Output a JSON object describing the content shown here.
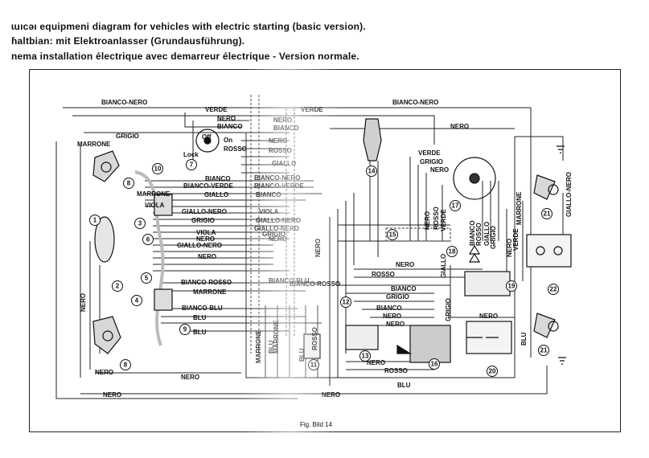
{
  "header": {
    "line_en": "ɩuıcəı equipmeni diagram for vehicles with electric starting (basic version).",
    "line_de": "ɦaltbian: mit Elektroanlasser (Grundausführung).",
    "line_fr": "nema installation électrique avec demarreur électrique - Version normale."
  },
  "caption": "Fig. Bild 14",
  "switch_labels": {
    "off": "Off",
    "on": "On",
    "lock": "Lock"
  },
  "wire_labels": [
    {
      "id": "w1",
      "text": "BIANCO-NERO"
    },
    {
      "id": "w2",
      "text": "BIANCO-NERO"
    },
    {
      "id": "w3",
      "text": "VERDE"
    },
    {
      "id": "w4",
      "text": "VERDE"
    },
    {
      "id": "w5",
      "text": "NERO"
    },
    {
      "id": "w6",
      "text": "NERO"
    },
    {
      "id": "w7",
      "text": "NERO"
    },
    {
      "id": "w8",
      "text": "BIANCO"
    },
    {
      "id": "w9",
      "text": "BIANCO"
    },
    {
      "id": "w10",
      "text": "ROSSO"
    },
    {
      "id": "w11",
      "text": "ROSSO"
    },
    {
      "id": "w12",
      "text": "GRIGIO"
    },
    {
      "id": "w13",
      "text": "MARRONE"
    },
    {
      "id": "w14",
      "text": "NERO"
    },
    {
      "id": "w15",
      "text": "VERDE"
    },
    {
      "id": "w16",
      "text": "GRIGIO"
    },
    {
      "id": "w17",
      "text": "NERO"
    },
    {
      "id": "w18",
      "text": "GIALLO"
    },
    {
      "id": "w19",
      "text": "BIANCO"
    },
    {
      "id": "w20",
      "text": "BIANCO-NERO"
    },
    {
      "id": "w21",
      "text": "BIANCO-VERDE"
    },
    {
      "id": "w22",
      "text": "BIANCO-VERDE"
    },
    {
      "id": "w23",
      "text": "MARRONE"
    },
    {
      "id": "w24",
      "text": "GIALLO"
    },
    {
      "id": "w25",
      "text": "BIANCO"
    },
    {
      "id": "w26",
      "text": "VIOLA"
    },
    {
      "id": "w27",
      "text": "GIALLO-NERO"
    },
    {
      "id": "w28",
      "text": "VIOLA"
    },
    {
      "id": "w29",
      "text": "GRIGIO"
    },
    {
      "id": "w30",
      "text": "GIALLO-NERO"
    },
    {
      "id": "w31",
      "text": "GIALLO-NERO"
    },
    {
      "id": "w32",
      "text": "GRIGIO"
    },
    {
      "id": "w33",
      "text": "NERO"
    },
    {
      "id": "w34",
      "text": "VIOLA"
    },
    {
      "id": "w35",
      "text": "NERO"
    },
    {
      "id": "w36",
      "text": "GIALLO-NERO"
    },
    {
      "id": "w37",
      "text": "NERO"
    },
    {
      "id": "w38",
      "text": "BIANCO-ROSSO"
    },
    {
      "id": "w39",
      "text": "MARRONE"
    },
    {
      "id": "w40",
      "text": "BIANCO-BLU"
    },
    {
      "id": "w41",
      "text": "BLU"
    },
    {
      "id": "w42",
      "text": "BLU"
    },
    {
      "id": "w43",
      "text": "BIANCO-BLU"
    },
    {
      "id": "w44",
      "text": "BIANCO-ROSSO"
    },
    {
      "id": "w45",
      "text": "NERO"
    },
    {
      "id": "w46",
      "text": "NERO"
    },
    {
      "id": "w47",
      "text": "NERO"
    },
    {
      "id": "w48",
      "text": "BLU"
    },
    {
      "id": "w49",
      "text": "NERO"
    },
    {
      "id": "w50",
      "text": "VERDE"
    },
    {
      "id": "w51",
      "text": "GRIGIO"
    },
    {
      "id": "w52",
      "text": "NERO"
    },
    {
      "id": "w53",
      "text": "ROSSO"
    },
    {
      "id": "w54",
      "text": "GIALLO"
    },
    {
      "id": "w55",
      "text": "BIANCO"
    },
    {
      "id": "w56",
      "text": "ROSSO"
    },
    {
      "id": "w57",
      "text": "VERDE"
    },
    {
      "id": "w58",
      "text": "NERO"
    },
    {
      "id": "w59",
      "text": "MARRONE"
    },
    {
      "id": "w60",
      "text": "GIALLO-NERO"
    },
    {
      "id": "w61",
      "text": "NERO"
    },
    {
      "id": "w62",
      "text": "ROSSO"
    },
    {
      "id": "w63",
      "text": "BIANCO"
    },
    {
      "id": "w64",
      "text": "GRIGIO"
    },
    {
      "id": "w65",
      "text": "BIANCO"
    },
    {
      "id": "w66",
      "text": "NERO"
    },
    {
      "id": "w67",
      "text": "NERO"
    },
    {
      "id": "w68",
      "text": "GRIGIO"
    },
    {
      "id": "w69",
      "text": "NERO"
    },
    {
      "id": "w70",
      "text": "ROSSO"
    },
    {
      "id": "w71",
      "text": "BLU"
    },
    {
      "id": "w72",
      "text": "NERO"
    },
    {
      "id": "w73",
      "text": "BLU"
    },
    {
      "id": "w74",
      "text": "GIALLO"
    },
    {
      "id": "w75",
      "text": "MARRONE"
    },
    {
      "id": "w76",
      "text": "BLU"
    },
    {
      "id": "w77",
      "text": "MARRONE"
    },
    {
      "id": "w78",
      "text": "ROSSO"
    },
    {
      "id": "w79",
      "text": "NERO"
    },
    {
      "id": "w80",
      "text": "NERO"
    }
  ],
  "component_numbers": [
    "1",
    "2",
    "3",
    "4",
    "5",
    "6",
    "7",
    "8",
    "8",
    "9",
    "10",
    "11",
    "12",
    "13",
    "14",
    "15",
    "16",
    "17",
    "18",
    "19",
    "20",
    "21",
    "21",
    "22"
  ]
}
